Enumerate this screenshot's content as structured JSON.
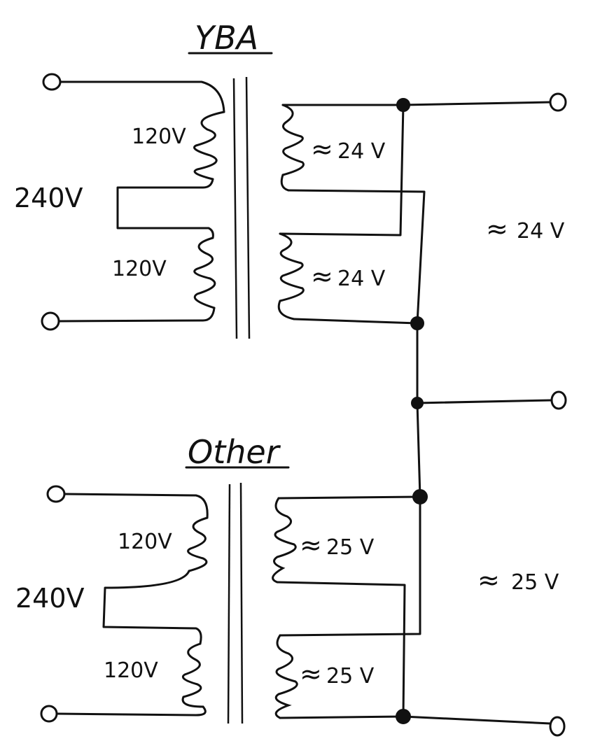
{
  "transformers": [
    {
      "id": "yba",
      "title": "YBA",
      "input_voltage": "240V",
      "primary_upper": "120V",
      "primary_lower": "120V",
      "secondary_upper": "24 V",
      "secondary_lower": "24 V"
    },
    {
      "id": "other",
      "title": "Other",
      "input_voltage": "240V",
      "primary_upper": "120V",
      "primary_lower": "120V",
      "secondary_upper": "25 V",
      "secondary_lower": "25 V"
    }
  ],
  "outputs": {
    "upper": "24 V",
    "lower": "25 V"
  },
  "approx_symbol": "≈"
}
